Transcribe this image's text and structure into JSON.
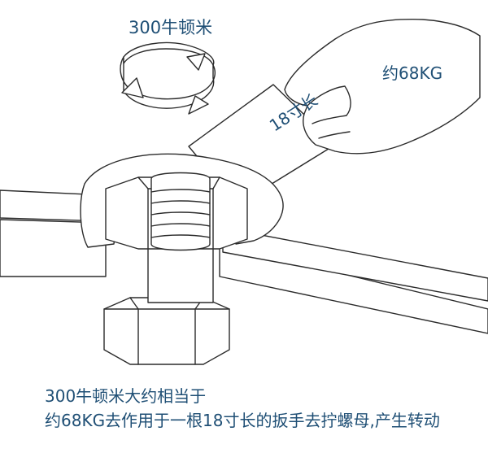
{
  "labels": {
    "torque": "300牛顿米",
    "weight": "约68KG",
    "wrench_length": "18寸长"
  },
  "caption": {
    "line1": "300牛顿米大约相当于",
    "line2": "约68KG去作用于一根18寸长的扳手去拧螺母,产生转动"
  },
  "colors": {
    "text_accent": "#1f4f75",
    "stroke": "#2b2b2b",
    "fill": "#ffffff"
  }
}
